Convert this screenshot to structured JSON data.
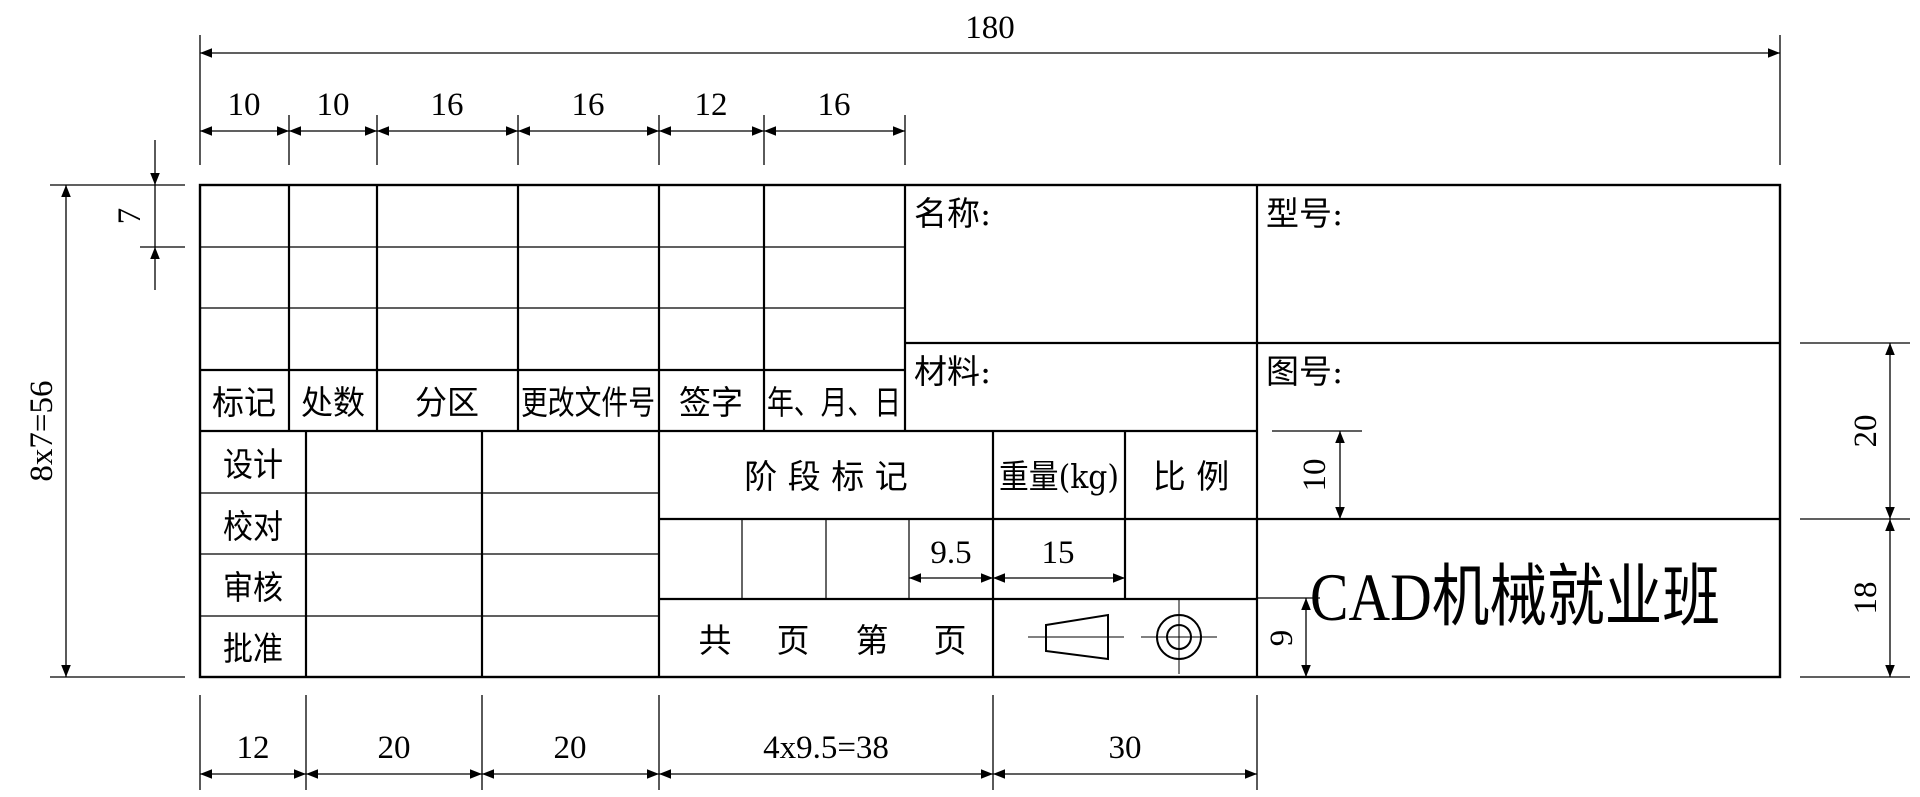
{
  "dimensions": {
    "total_width": "180",
    "top_cols": [
      "10",
      "10",
      "16",
      "16",
      "12",
      "16"
    ],
    "row_height": "7",
    "total_height": "8x7=56",
    "right_upper": "20",
    "right_lower": "18",
    "sub_10": "10",
    "sub_9": "9",
    "stage_width": "9.5",
    "weight_width": "15",
    "bottom_cols": [
      "12",
      "20",
      "20",
      "4x9.5=38",
      "30"
    ]
  },
  "revision_headers": [
    "标记",
    "处数",
    "分区",
    "更改文件号",
    "签字",
    "年、月、日"
  ],
  "fields": {
    "name": "名称:",
    "model": "型号:",
    "material": "材料:",
    "drawing_no": "图号:"
  },
  "signoff_labels": [
    "设计",
    "校对",
    "审核",
    "批准"
  ],
  "middle": {
    "stage_mark": "阶 段 标 记",
    "weight": "重量(kg)",
    "scale": "比 例",
    "sheet": [
      "共",
      "页",
      "第",
      "页"
    ]
  },
  "company": "CAD机械就业班"
}
